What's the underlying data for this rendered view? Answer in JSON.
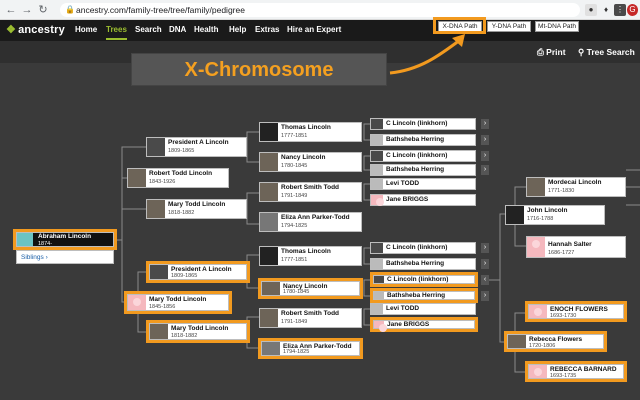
{
  "browser": {
    "url": "ancestry.com/family-tree/tree/family/pedigree",
    "profile_initial": "G"
  },
  "site": {
    "logo": "ancestry",
    "nav": [
      "Home",
      "Trees",
      "Search",
      "DNA",
      "Health",
      "Help",
      "Extras",
      "Hire an Expert"
    ],
    "active_nav": "Trees"
  },
  "dna_paths": [
    "X-DNA Path",
    "Y-DNA Path",
    "Mt-DNA Path"
  ],
  "toolbar": {
    "print": "Print",
    "tree_search": "Tree Search"
  },
  "banner": "X-Chromosome",
  "accent": "#f29a1f",
  "root": {
    "name": "Abraham Lincoln",
    "dates": "1874-",
    "siblings": "Siblings"
  },
  "gen1": [
    {
      "name": "Robert Todd Lincoln",
      "dates": "1843-1926"
    },
    {
      "name": "Mary Todd Lincoln",
      "dates": "1845-1856"
    }
  ],
  "gen2": [
    {
      "name": "President A Lincoln",
      "dates": "1809-1865"
    },
    {
      "name": "Mary Todd Lincoln",
      "dates": "1818-1882"
    },
    {
      "name": "President A Lincoln",
      "dates": "1809-1865"
    },
    {
      "name": "Mary Todd Lincoln",
      "dates": "1818-1882"
    }
  ],
  "gen3": [
    {
      "name": "Thomas Lincoln",
      "dates": "1777-1851"
    },
    {
      "name": "Nancy Lincoln",
      "dates": "1780-1845"
    },
    {
      "name": "Robert Smith Todd",
      "dates": "1791-1849"
    },
    {
      "name": "Eliza Ann Parker-Todd",
      "dates": "1794-1825"
    },
    {
      "name": "Thomas Lincoln",
      "dates": "1777-1851"
    },
    {
      "name": "Nancy Lincoln",
      "dates": "1780-1845"
    },
    {
      "name": "Robert Smith Todd",
      "dates": "1791-1849"
    },
    {
      "name": "Eliza Ann Parker-Todd",
      "dates": "1794-1825"
    }
  ],
  "gen4": [
    "C Lincoln (linkhorn)",
    "Bathsheba Herring",
    "C Lincoln (linkhorn)",
    "Bathsheba Herring",
    "Levi TODD",
    "Jane BRIGGS",
    "C Lincoln (linkhorn)",
    "Bathsheba Herring",
    "C Lincoln (linkhorn)",
    "Bathsheba Herring",
    "Levi TODD",
    "Jane BRIGGS"
  ],
  "right": [
    {
      "name": "Mordecai Lincoln",
      "dates": "1771-1830"
    },
    {
      "name": "John Lincoln",
      "dates": "1716-1788"
    },
    {
      "name": "Hannah Salter",
      "dates": "1686-1727"
    },
    {
      "name": "ENOCH FLOWERS",
      "dates": "1693-1730"
    },
    {
      "name": "Rebecca Flowers",
      "dates": "1720-1806"
    },
    {
      "name": "REBECCA BARNARD",
      "dates": "1693-1735"
    }
  ]
}
